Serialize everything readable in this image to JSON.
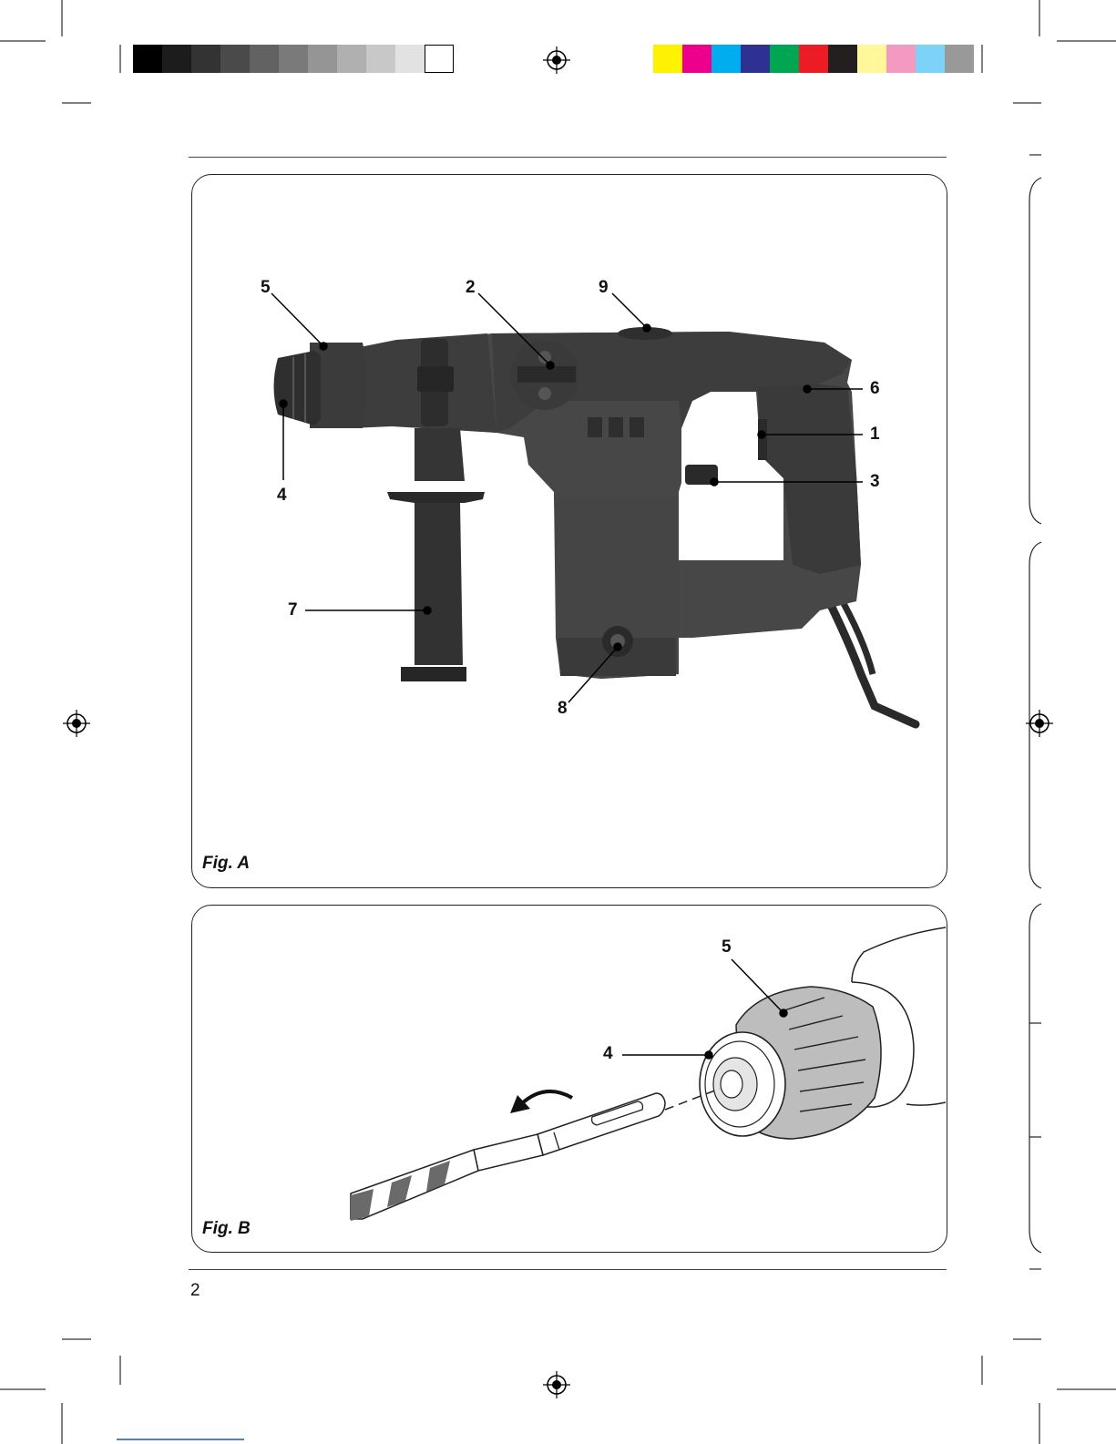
{
  "color_bar": {
    "gray_swatches": [
      "#000000",
      "#1c1c1c",
      "#333333",
      "#4a4a4a",
      "#626262",
      "#7a7a7a",
      "#959595",
      "#b0b0b0",
      "#c8c8c8",
      "#e2e2e2",
      "#ffffff"
    ],
    "color_swatches": [
      "#fff200",
      "#ec008c",
      "#00aeef",
      "#2e3192",
      "#00a651",
      "#ed1c24",
      "#231f20",
      "#fff799",
      "#f49ac1",
      "#7dd3f7",
      "#999999"
    ]
  },
  "figure_a": {
    "label": "Fig. A",
    "callouts": {
      "c5": "5",
      "c2": "2",
      "c9": "9",
      "c6": "6",
      "c1": "1",
      "c3": "3",
      "c4": "4",
      "c7": "7",
      "c8": "8"
    }
  },
  "figure_b": {
    "label": "Fig. B",
    "callouts": {
      "c5": "5",
      "c4": "4"
    }
  },
  "footer": {
    "page_number": "2"
  }
}
